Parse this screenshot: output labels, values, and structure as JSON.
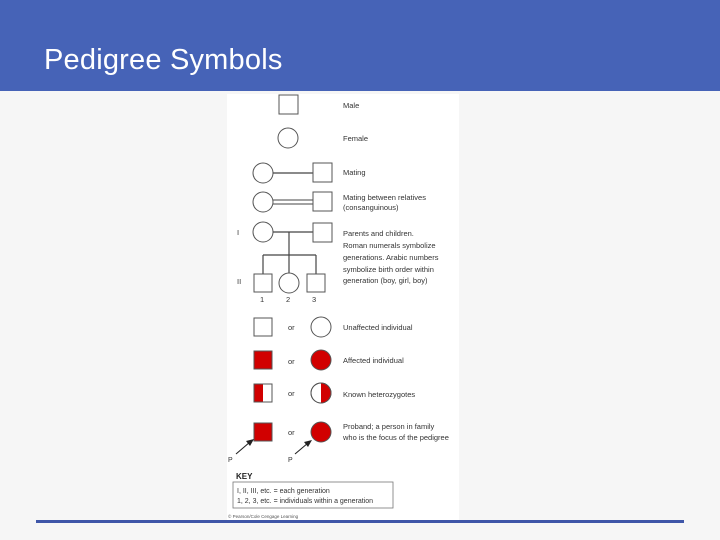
{
  "slide": {
    "title": "Pedigree Symbols",
    "accent_color": "#4663b7",
    "affected_color": "#d10000"
  },
  "legend": {
    "male": "Male",
    "female": "Female",
    "mating": "Mating",
    "relatives_line1": "Mating between relatives",
    "relatives_line2": "(consanguinous)",
    "parents_lines": [
      "Parents and children.",
      "Roman numerals symbolize",
      "generations. Arabic numbers",
      "symbolize birth order within",
      "generation (boy, girl, boy)"
    ],
    "generation_I": "I",
    "generation_II": "II",
    "birth_order": [
      "1",
      "2",
      "3"
    ],
    "or": "or",
    "unaffected": "Unaffected individual",
    "affected": "Affected individual",
    "heterozygotes": "Known heterozygotes",
    "proband_line1": "Proband; a person in family",
    "proband_line2": "who is the focus of the pedigree",
    "proband_marker": "P"
  },
  "key": {
    "title": "KEY",
    "line1": "I, II, III, etc. = each generation",
    "line2": "1, 2, 3, etc. = individuals within a generation"
  },
  "credit": "© Pearson/Cole Cengage Learning"
}
